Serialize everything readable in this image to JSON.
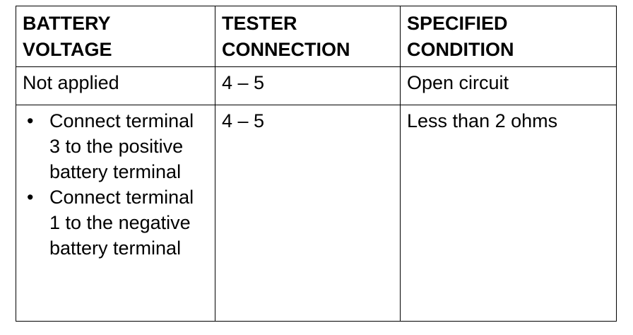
{
  "table": {
    "headers": [
      {
        "lines": [
          "BATTERY",
          "VOLTAGE"
        ]
      },
      {
        "lines": [
          "TESTER",
          "CONNECTION"
        ]
      },
      {
        "lines": [
          "SPECIFIED",
          "CONDITION"
        ]
      }
    ],
    "rows": [
      {
        "battery_voltage": "Not applied",
        "tester_connection": "4 – 5",
        "specified_condition": "Open circuit"
      },
      {
        "battery_voltage_steps": [
          "Connect terminal 3 to the positive battery terminal",
          "Connect terminal 1 to the negative battery terminal"
        ],
        "bullet": "•",
        "tester_connection": "4 – 5",
        "specified_condition": "Less than 2 ohms"
      }
    ]
  }
}
